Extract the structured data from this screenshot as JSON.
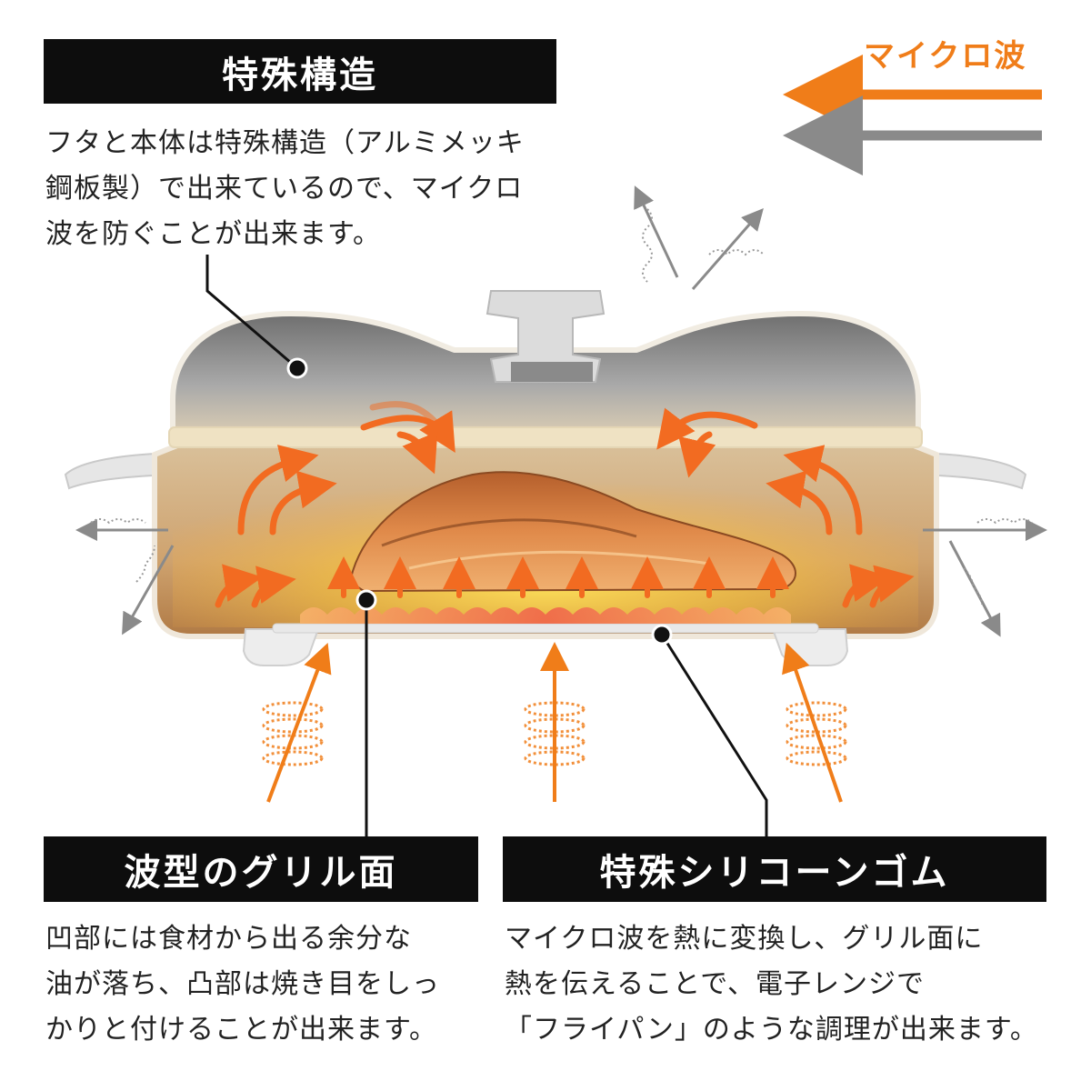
{
  "legend": {
    "label": "マイクロ波",
    "microwave_color": "#f07d19",
    "blocked_color": "#8a8a8a"
  },
  "sections": {
    "structure": {
      "title": "特殊構造",
      "lines": [
        "フタと本体は特殊構造（アルミメッキ",
        "鋼板製）で出来ているので、マイクロ",
        "波を防ぐことが出来ます。"
      ]
    },
    "grill": {
      "title": "波型のグリル面",
      "lines": [
        "凹部には食材から出る余分な",
        "油が落ち、凸部は焼き目をしっ",
        "かりと付けることが出来ます。"
      ]
    },
    "silicone": {
      "title": "特殊シリコーンゴム",
      "lines": [
        "マイクロ波を熱に変換し、グリル面に",
        "熱を伝えることで、電子レンジで",
        "「フライパン」のような調理が出来ます。"
      ]
    }
  },
  "colors": {
    "heat": "#ffd21e",
    "heat_arrow": "#f26b21",
    "lid": "#8f8f8f",
    "body_glow": "#f5c27a",
    "title_bg": "#0d0d0d"
  }
}
